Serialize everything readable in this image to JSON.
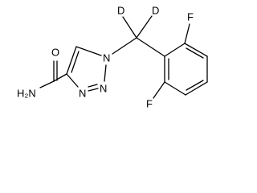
{
  "structure": {
    "bond_color": "#000000",
    "atoms": {
      "amide_n": "H₂N",
      "amide_o": "O",
      "n1": "N",
      "n2": "N",
      "n3": "N",
      "d1": "D",
      "d2": "D",
      "f_top": "F",
      "f_bottom": "F"
    }
  }
}
